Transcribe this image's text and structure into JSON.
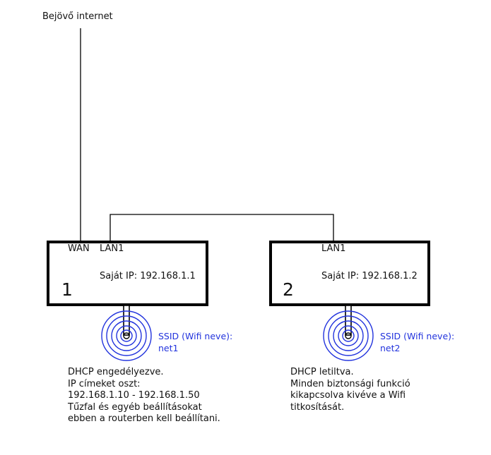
{
  "internet_label": "Bejövő internet",
  "router1": {
    "wan_label": "WAN",
    "lan_label": "LAN1",
    "ip_label": "Saját IP: 192.168.1.1",
    "number": "1",
    "ssid_line1": "SSID (Wifi neve):",
    "ssid_line2": "net1",
    "notes": [
      "DHCP engedélyezve.",
      "IP címeket oszt:",
      "192.168.1.10 - 192.168.1.50",
      "Tűzfal és egyéb beállításokat",
      "ebben a routerben kell beállítani."
    ]
  },
  "router2": {
    "lan_label": "LAN1",
    "ip_label": "Saját IP: 192.168.1.2",
    "number": "2",
    "ssid_line1": "SSID (Wifi neve):",
    "ssid_line2": "net2",
    "notes": [
      "DHCP letiltva.",
      "Minden biztonsági funkció",
      "kikapcsolva kivéve a Wifi",
      "titkosítását."
    ]
  },
  "colors": {
    "wifi": "#2233dd",
    "outline": "#000000"
  }
}
